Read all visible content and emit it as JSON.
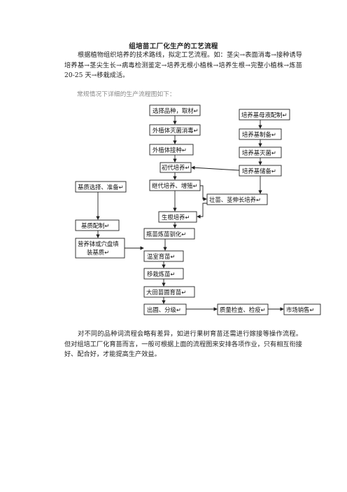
{
  "title": "组培苗工厂化生产的工艺流程",
  "intro": "根据植物组织培养的技术路线，拟定工艺流程。如：茎尖→表面消毒→接种诱导培养基→茎尖生长→病毒检测鉴定→培养无根小植株→培养生根→完整小植株→炼苗 20-25 天→移栽成活。",
  "caption": "常规情况下详细的生产流程图如下：",
  "flow": {
    "select": "选择品种，取材↵",
    "disinfect": "外植体灭菌消毒↵",
    "inoculate": "外植体接种↵",
    "initial": "初代培养↵",
    "subculture": "继代培养、增殖↵",
    "stock": "培养基母液配制↵",
    "prep": "培养基制备↵",
    "sterilize": "培养基灭菌↵",
    "storage": "培养基储备↵",
    "strong": "壮苗、茎伸长培养↵",
    "rooting": "生根培养↵",
    "harden": "瓶苗炼苗驯化↵",
    "greenhouse": "温室育苗↵",
    "transplant": "移栽炼苗↵",
    "field": "大田苗圃育苗↵",
    "ship": "出圃、分级↵",
    "qc": "质量检查、检疫↵",
    "market": "市场销售↵",
    "substrate_select": "基质选择、准备↵",
    "substrate_mix": "基质配制↵",
    "nutrient_line1": "营养钵或穴盘填",
    "nutrient_line2": "装基质↵"
  },
  "outro": "对不同的品种词流程会略有差异，如进行果树育苗还需进行嫁接等操作流程。但对组培工厂化育苗而言，一般可根据上面的流程图来安排各项作业，只有相互衔接好、配合好，才能提高生产效益。"
}
